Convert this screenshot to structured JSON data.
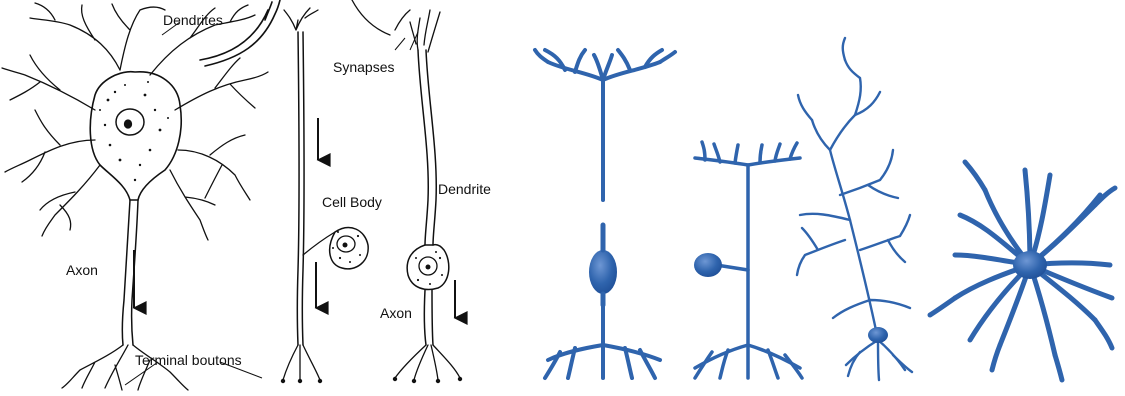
{
  "labels": {
    "dendrites": "Dendrites",
    "synapses": "Synapses",
    "cell_body": "Cell Body",
    "dendrite": "Dendrite",
    "axon_left": "Axon",
    "axon_right": "Axon",
    "terminal_boutons": "Terminal boutons"
  },
  "colors": {
    "ink": "#111111",
    "neuron_blue": "#2f64ad",
    "neuron_blue_dark": "#1f4f97",
    "soma_highlight": "#6e97d4",
    "shadow": "#c9d6ea"
  }
}
